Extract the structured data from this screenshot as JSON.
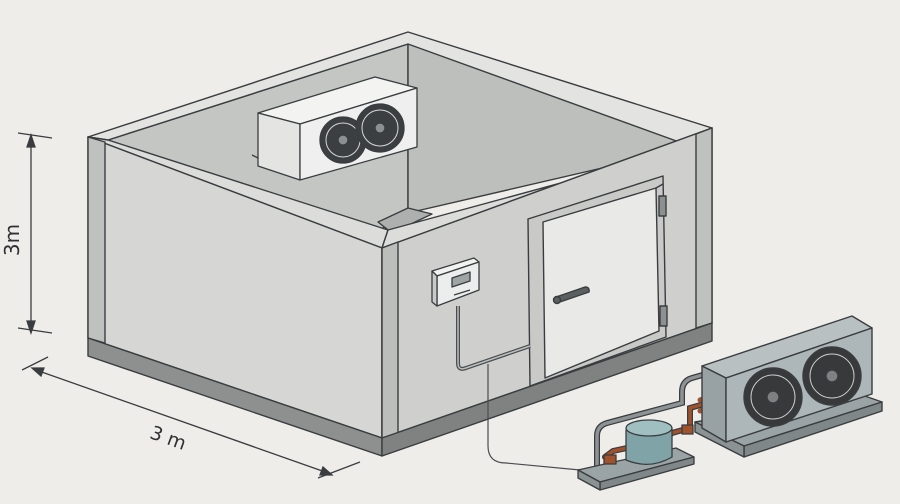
{
  "dimensions": {
    "height_label": "3m",
    "width_label": "3 m"
  },
  "components": {
    "cold_room": "cold-room-enclosure",
    "evaporator": "wall-mounted-evaporator",
    "door": "insulated-door",
    "controller": "temperature-controller",
    "condensing_unit": "outdoor-condensing-unit",
    "compressor": "compressor"
  },
  "colors": {
    "background": "#efedea",
    "panel_front": "#d6d7d5",
    "panel_side": "#cfd0ce",
    "panel_inner": "#c2c4c2",
    "frame": "#b9bbb9",
    "outline": "#3a3d3f",
    "condenser": "#a7b1b3",
    "compressor": "#7fa3a6",
    "copper": "#9a4a33"
  }
}
